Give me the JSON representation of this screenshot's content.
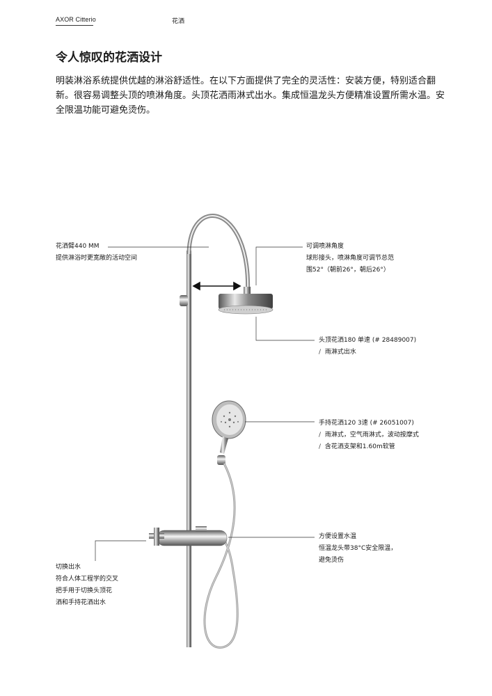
{
  "header": {
    "brand": "AXOR Citterio",
    "section": "花洒"
  },
  "page_title": "令人惊叹的花洒设计",
  "intro": "明装淋浴系统提供优越的淋浴舒适性。在以下方面提供了完全的灵活性：安装方便，特别适合翻新。很容易调整头顶的喷淋角度。头顶花洒雨淋式出水。集成恒温龙头方便精准设置所需水温。安全限温功能可避免烫伤。",
  "callouts": {
    "arm": {
      "line1": "花洒臂440 MM",
      "line2": "提供淋浴时更宽敞的活动空间"
    },
    "angle": {
      "line1": "可调喷淋角度",
      "line2": "球形接头，喷淋角度可调节总范",
      "line3": "围52°（朝前26°，朝后26°）"
    },
    "overhead": {
      "line1": "头顶花洒180 单速 (# 28489007)",
      "line2": "雨淋式出水"
    },
    "hand": {
      "line1": "手持花洒120 3速 (# 26051007)",
      "line2": "雨淋式，空气雨淋式，波动按摩式",
      "line3": "含花洒支架和1.60m软管"
    },
    "thermo": {
      "line1": "方便设置水温",
      "line2": "恒温龙头带38°C安全限温，",
      "line3": "避免烫伤"
    },
    "switch": {
      "line1": "切换出水",
      "line2": "符合人体工程学的交叉",
      "line3": "把手用于切换头顶花",
      "line4": "洒和手持花洒出水"
    }
  }
}
